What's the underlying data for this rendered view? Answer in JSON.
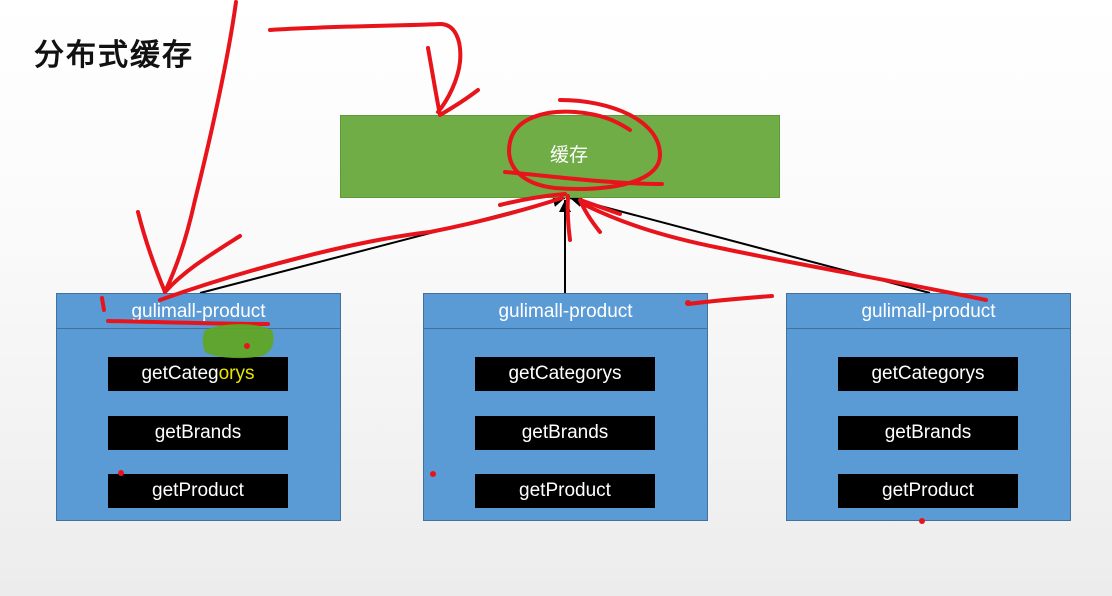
{
  "title": "分布式缓存",
  "cache": {
    "label": "缓存"
  },
  "services": [
    {
      "name": "gulimall-product",
      "methods": [
        "getCategorys",
        "getBrands",
        "getProduct"
      ]
    },
    {
      "name": "gulimall-product",
      "methods": [
        "getCategorys",
        "getBrands",
        "getProduct"
      ]
    },
    {
      "name": "gulimall-product",
      "methods": [
        "getCategorys",
        "getBrands",
        "getProduct"
      ]
    }
  ],
  "colors": {
    "cache_fill": "#70ad47",
    "service_fill": "#5b9bd5",
    "method_fill": "#000000",
    "annotation_ink": "#e8141b",
    "highlight_marker": "#5fa61e",
    "highlight_text": "#e6e600"
  }
}
